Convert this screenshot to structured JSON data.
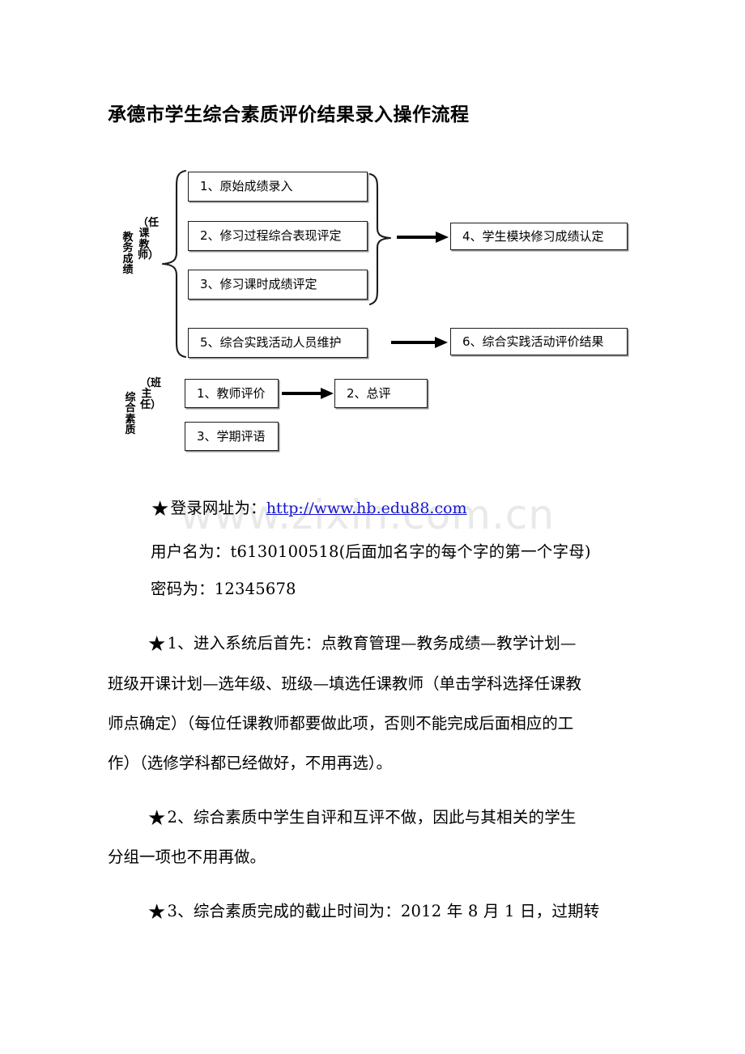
{
  "document": {
    "title": "承德市学生综合素质评价结果录入操作流程",
    "watermark": "www.zixin.com.cn"
  },
  "flowchart": {
    "groups": [
      {
        "name_label": "教务成绩",
        "role_label": "（任课教师）"
      },
      {
        "name_label": "综合素质",
        "role_label": "（班主任）"
      }
    ],
    "boxes": {
      "b1": "1、原始成绩录入",
      "b2": "2、修习过程综合表现评定",
      "b3": "3、修习课时成绩评定",
      "b4": "4、学生模块修习成绩认定",
      "b5": "5、综合实践活动人员维护",
      "b6": "6、综合实践活动评价结果",
      "c1": "1、教师评价",
      "c2": "2、总评",
      "c3": "3、学期评语"
    }
  },
  "content": {
    "login": {
      "star": "★",
      "url_label": "登录网址为：",
      "url_text": "http://www.hb.edu88.com",
      "username_line": "用户名为：t6130100518(后面加名字的每个字的第一个字母)",
      "password_line": "密码为：12345678"
    },
    "items": [
      {
        "star": "★",
        "lines": [
          "1、进入系统后首先：点教育管理—教务成绩—教学计划—",
          "班级开课计划—选年级、班级—填选任课教师（单击学科选择任课教",
          "师点确定）（每位任课教师都要做此项，否则不能完成后面相应的工",
          "作）（选修学科都已经做好，不用再选）。"
        ]
      },
      {
        "star": "★",
        "lines": [
          "2、综合素质中学生自评和互评不做，因此与其相关的学生",
          "分组一项也不用再做。"
        ]
      },
      {
        "star": "★",
        "lines": [
          "3、综合素质完成的截止时间为：2012 年 8 月 1 日，过期转"
        ]
      }
    ]
  },
  "colors": {
    "text": "#000000",
    "link": "#1414d2",
    "box_border": "#1c1c1c",
    "box_shadow": "#8c8c8c",
    "watermark": "#e9e9e9"
  }
}
